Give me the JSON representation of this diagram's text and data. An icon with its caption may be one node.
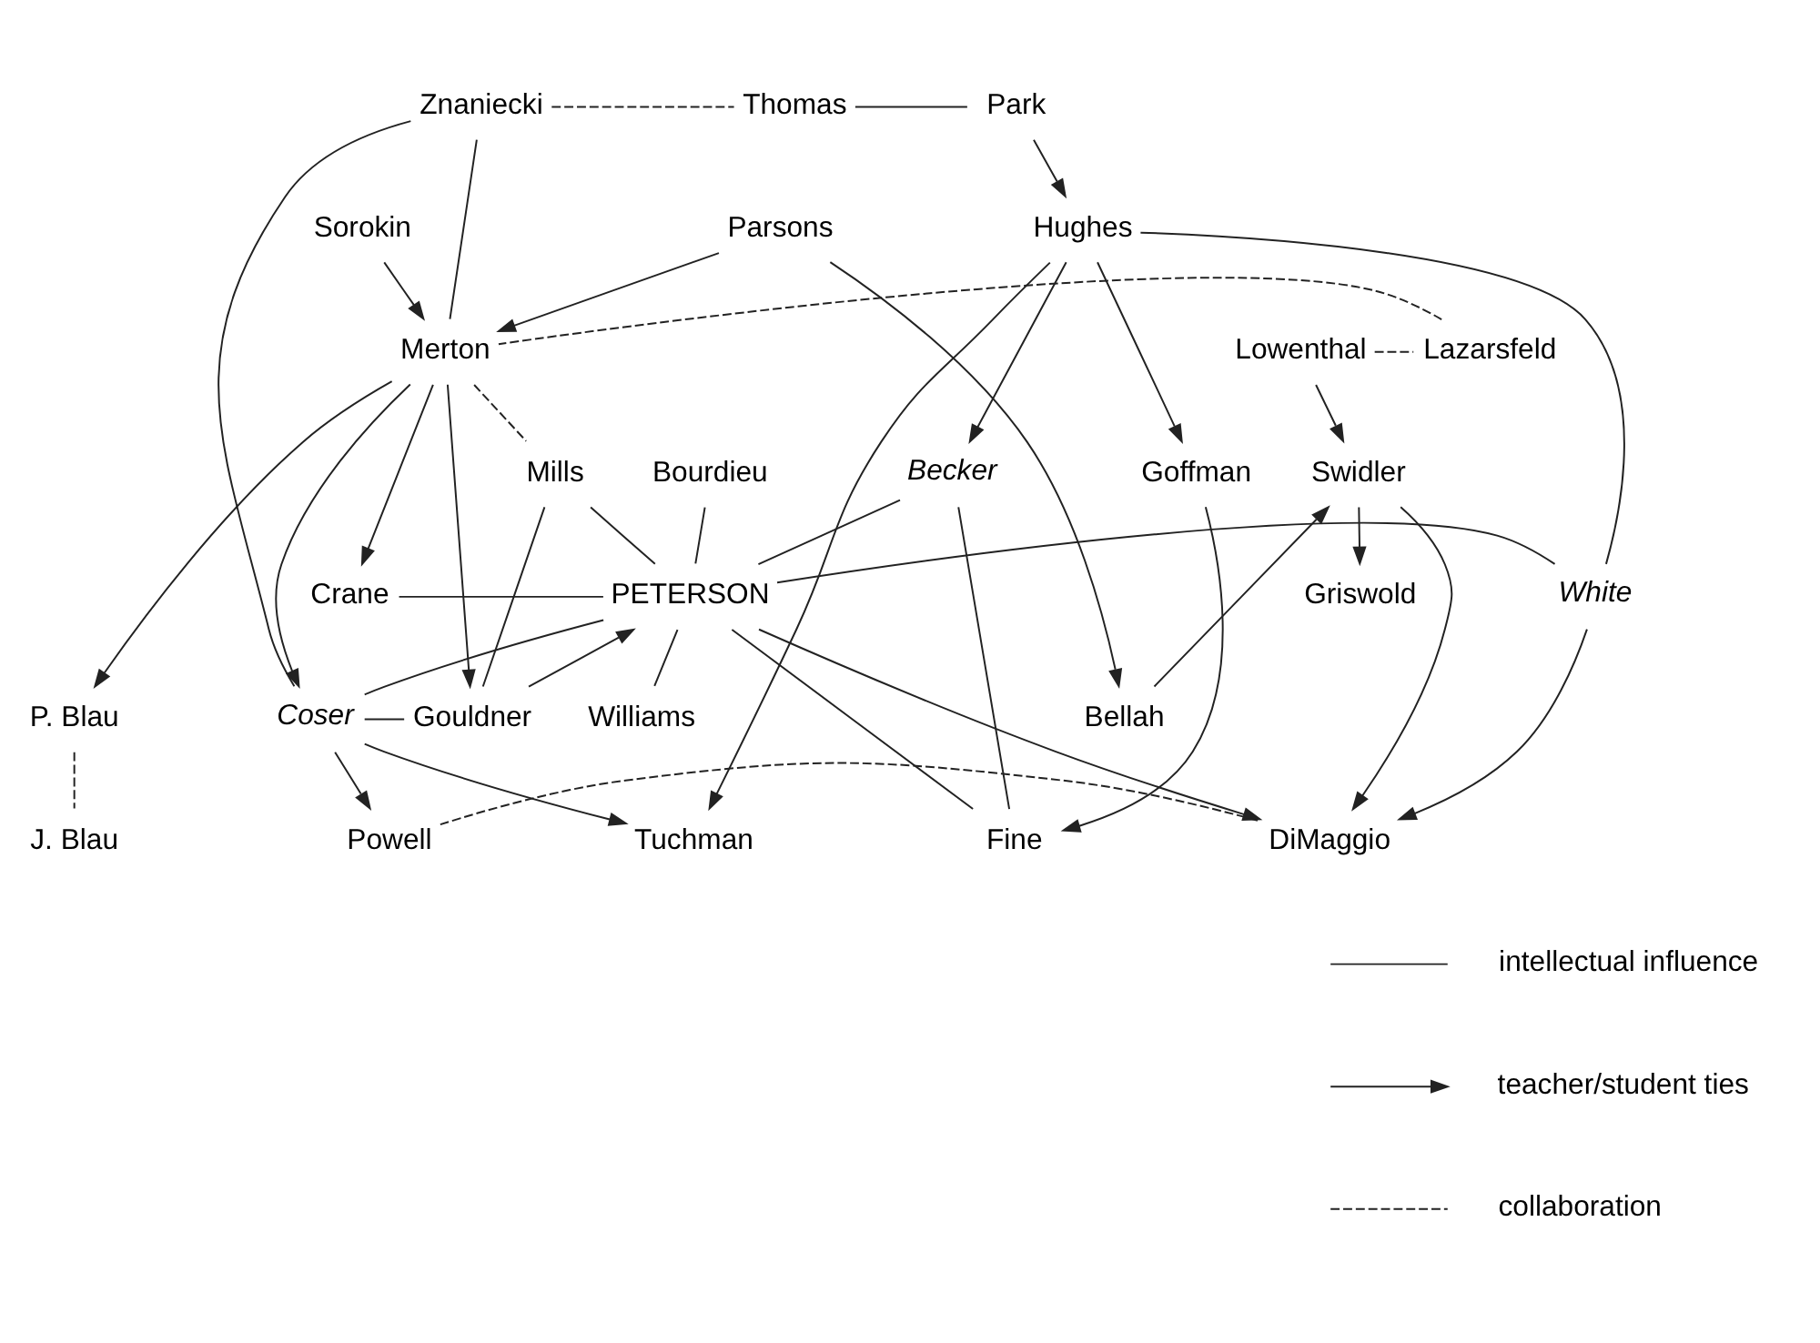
{
  "diagram": {
    "nodes": [
      {
        "text": [
          "Znaniecki"
        ]
      },
      {
        "text": [
          "Thomas"
        ]
      },
      {
        "text": [
          "Park"
        ]
      },
      {
        "text": [
          "Sorokin"
        ]
      },
      {
        "text": [
          "Parsons"
        ]
      },
      {
        "text": [
          "Hughes"
        ]
      },
      {
        "text": [
          "Lowenthal"
        ]
      },
      {
        "text": [
          "Lazarsfeld"
        ]
      },
      {
        "text": [
          "Merton"
        ]
      },
      {
        "text": [
          "Mills"
        ]
      },
      {
        "text": [
          "Bellah"
        ]
      },
      {
        "text": [
          "Coser"
        ]
      },
      {
        "text": [
          "Gouldner"
        ]
      },
      {
        "text": [
          "P. Blau"
        ]
      },
      {
        "text": [
          "Williams"
        ]
      },
      {
        "text": [
          "Swidler"
        ]
      },
      {
        "text": [
          "Becker"
        ]
      },
      {
        "text": [
          "Goffman"
        ]
      },
      {
        "text": [
          "Bourdieu"
        ]
      },
      {
        "text": [
          "Griswold"
        ]
      },
      {
        "text": [
          "Crane"
        ]
      },
      {
        "text": [
          "PETERSON"
        ]
      },
      {
        "text": [
          "White"
        ]
      },
      {
        "text": [
          "Tuchman"
        ]
      },
      {
        "text": [
          "J. Blau"
        ]
      },
      {
        "text": [
          "Fine"
        ]
      },
      {
        "text": [
          "Powell"
        ]
      },
      {
        "text": [
          "DiMaggio"
        ]
      }
    ],
    "edges": [
      {
        "from": 0,
        "to": 1,
        "arrow": "none",
        "style": "dashed"
      },
      {
        "from": 1,
        "to": 2,
        "arrow": "none"
      },
      {
        "from": 2,
        "to": 5,
        "arrow": "to"
      },
      {
        "from": 0,
        "to": 8,
        "arrow": "none"
      },
      {
        "from": 3,
        "to": 8,
        "arrow": "to"
      },
      {
        "from": 4,
        "to": 8,
        "arrow": "to"
      },
      {
        "from": 0,
        "to": 11,
        "arrow": "none"
      },
      {
        "from": 4,
        "to": 10,
        "arrow": "to"
      },
      {
        "from": 6,
        "to": 7,
        "arrow": "none",
        "style": "dashed"
      },
      {
        "from": 7,
        "to": 8,
        "arrow": "none",
        "style": "dashed"
      },
      {
        "from": 6,
        "to": 15,
        "arrow": "to"
      },
      {
        "from": 8,
        "to": 9,
        "arrow": "none",
        "style": "dashed"
      },
      {
        "from": 8,
        "to": 11,
        "arrow": "to"
      },
      {
        "from": 8,
        "to": 20,
        "arrow": "to"
      },
      {
        "from": 8,
        "to": 12,
        "arrow": "to"
      },
      {
        "from": 8,
        "to": 13,
        "arrow": "to"
      },
      {
        "from": 5,
        "to": 23,
        "arrow": "to"
      },
      {
        "from": 5,
        "to": 22,
        "arrow": "none"
      },
      {
        "from": 5,
        "to": 16,
        "arrow": "to"
      },
      {
        "from": 5,
        "to": 17,
        "arrow": "to"
      },
      {
        "from": 9,
        "to": 12,
        "arrow": "none"
      },
      {
        "from": 9,
        "to": 21,
        "arrow": "none"
      },
      {
        "from": 11,
        "to": 12,
        "arrow": "none"
      },
      {
        "from": 11,
        "to": 21,
        "arrow": "none"
      },
      {
        "from": 11,
        "to": 23,
        "arrow": "to"
      },
      {
        "from": 11,
        "to": 26,
        "arrow": "to"
      },
      {
        "from": 12,
        "to": 21,
        "arrow": "to"
      },
      {
        "from": 10,
        "to": 15,
        "arrow": "to"
      },
      {
        "from": 15,
        "to": 19,
        "arrow": "to"
      },
      {
        "from": 15,
        "to": 27,
        "arrow": "to"
      },
      {
        "from": 20,
        "to": 21,
        "arrow": "none"
      },
      {
        "from": 21,
        "to": 14,
        "arrow": "none"
      },
      {
        "from": 21,
        "to": 16,
        "arrow": "none"
      },
      {
        "from": 21,
        "to": 18,
        "arrow": "none"
      },
      {
        "from": 21,
        "to": 22,
        "arrow": "none"
      },
      {
        "from": 21,
        "to": 25,
        "arrow": "none"
      },
      {
        "from": 21,
        "to": 27,
        "arrow": "to"
      },
      {
        "from": 13,
        "to": 24,
        "arrow": "none",
        "style": "dashed"
      },
      {
        "from": 22,
        "to": 27,
        "arrow": "to"
      },
      {
        "from": 16,
        "to": 25,
        "arrow": "none"
      },
      {
        "from": 17,
        "to": 25,
        "arrow": "to"
      },
      {
        "from": 26,
        "to": 27,
        "arrow": "none",
        "style": "dashed"
      }
    ],
    "legend": [
      {
        "text": "intellectual influence"
      },
      {
        "text": "teacher/student ties"
      },
      {
        "text": "collaboration"
      }
    ]
  }
}
